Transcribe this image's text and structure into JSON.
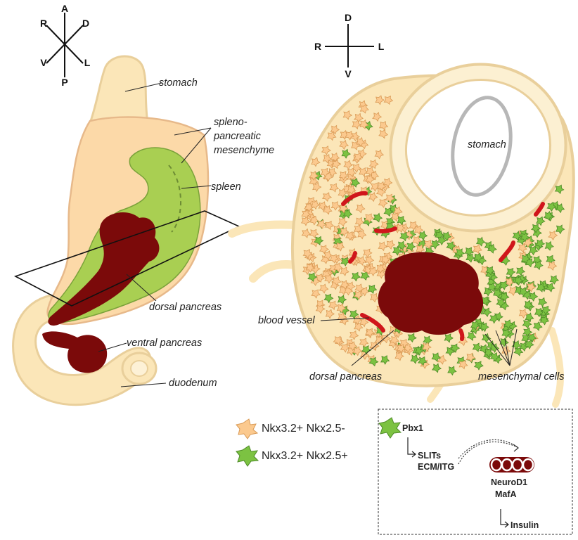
{
  "compass_left": {
    "up": "A",
    "up_left": "R",
    "up_right": "D",
    "down_left": "V",
    "down_right": "L",
    "down": "P"
  },
  "compass_right": {
    "up": "D",
    "down": "V",
    "left": "R",
    "right": "L"
  },
  "left_labels": {
    "stomach": "stomach",
    "spleno1": "spleno-",
    "spleno2": "pancreatic",
    "spleno3": "mesenchyme",
    "spleen": "spleen",
    "dorsal_pancreas": "dorsal pancreas",
    "ventral_pancreas": "ventral pancreas",
    "duodenum": "duodenum"
  },
  "right_labels": {
    "stomach": "stomach",
    "blood_vessel": "blood vessel",
    "dorsal_pancreas": "dorsal pancreas",
    "mesenchymal_cells": "mesenchymal cells"
  },
  "legend": {
    "item1": "Nkx3.2+ Nkx2.5-",
    "item2": "Nkx3.2+ Nkx2.5+"
  },
  "pathway": {
    "pbx1": "Pbx1",
    "slits": "SLITs",
    "ecm": "ECM/ITG",
    "neurod1": "NeuroD1",
    "mafa": "MafA",
    "insulin": "Insulin"
  },
  "colors": {
    "tissue": "#fbe6b8",
    "tissue_outline": "#e9cf9b",
    "stomach_mesenchyme": "#fcd9a8",
    "spleen_green": "#a9cf52",
    "pancreas_red": "#7b0a0a",
    "orange_cell": "#fbc98e",
    "green_cell": "#7cc242",
    "vessel_red": "#d0161b"
  }
}
